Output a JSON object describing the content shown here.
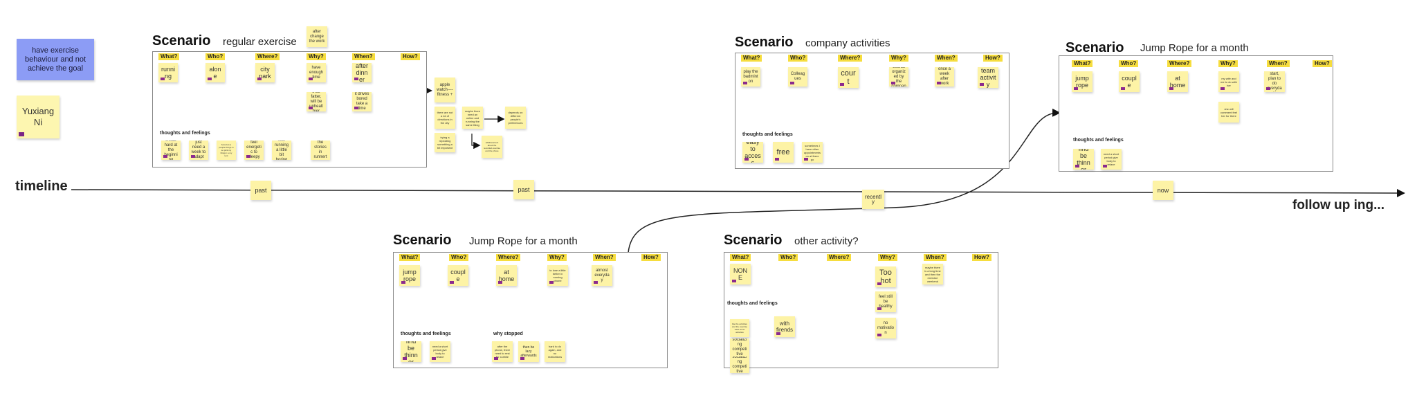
{
  "left_notes": {
    "goal": "have exercise behaviour and not achieve the goal",
    "person": "Yuxiang Ni"
  },
  "timeline": {
    "label": "timeline",
    "markers": [
      "past",
      "past",
      "recently",
      "now"
    ],
    "follow_up": "follow up ing..."
  },
  "headers": [
    "What?",
    "Who?",
    "Where?",
    "Why?",
    "When?",
    "How?"
  ],
  "scenario_word": "Scenario",
  "scenarios": {
    "regular": {
      "subtitle": "regular exercise",
      "top_note": "after change the work",
      "cells": [
        "running",
        "alone",
        "city park",
        "have enough time",
        "after dinner",
        "if be fatter, will be unhealthier",
        "it drives bored take a time"
      ],
      "thoughts_label": "thoughts and feelings",
      "thoughts": [
        "it was hard at the beginning",
        "just need a week to adapt",
        "bored as a people things in so pick my things i a my tent",
        "feel energetic to sleepy",
        "feel running a little bit boring",
        "listening the stories in runnertes"
      ],
      "side": [
        "apple watch---- fitness +",
        "there are not a lot of directions in the city",
        "trying a repeating something a bit important",
        "maybe there need an online and running the same thing",
        "depends on different people's preferences",
        "additional text about the recorded exercise and the phone"
      ]
    },
    "company": {
      "subtitle": "company activities",
      "cells": [
        "play the badminton",
        "Colleagues",
        "court",
        "free events organized by the company",
        "once a week after work",
        "team activity"
      ],
      "thoughts_label": "thoughts and feelings",
      "thoughts": [
        "easy to access",
        "free",
        "sometimes I have other appointments on at there go"
      ]
    },
    "jump_now": {
      "subtitle": "Jump Rope for a month",
      "cells": [
        "jump rope",
        "couple",
        "at home",
        "my wife and me to do with her",
        "just start, plan to do everyday",
        "she will comment feel her for there"
      ],
      "thoughts_label": "thoughts and feelings",
      "thoughts": [
        "find be thinner",
        "need a short period give body to relaxe"
      ]
    },
    "jump_past": {
      "subtitle": "Jump Rope for a month",
      "cells": [
        "jump rope",
        "couple",
        "at home",
        "to lose a little better in running phone",
        "almost everyday"
      ],
      "thoughts_label": "thoughts and feelings",
      "thoughts": [
        "find be thinner",
        "need a short period give body to relaxe"
      ],
      "why_label": "why stopped",
      "why": [
        "after the phone, there need to rest for a while",
        "then be lazy afterwards",
        "hard to do again, and no motivations"
      ]
    },
    "other": {
      "subtitle": "other activity?",
      "cells": [
        "NONE",
        "Too hot",
        "feel still be healthy",
        "no motivation",
        "maybe there is a long time and then the exercise weekend"
      ],
      "thoughts_label": "thoughts and feelings",
      "thoughts": [
        "like the activities and the exercise want some activities",
        "socializing competitive",
        "socializing competitive",
        "with firends"
      ]
    }
  }
}
